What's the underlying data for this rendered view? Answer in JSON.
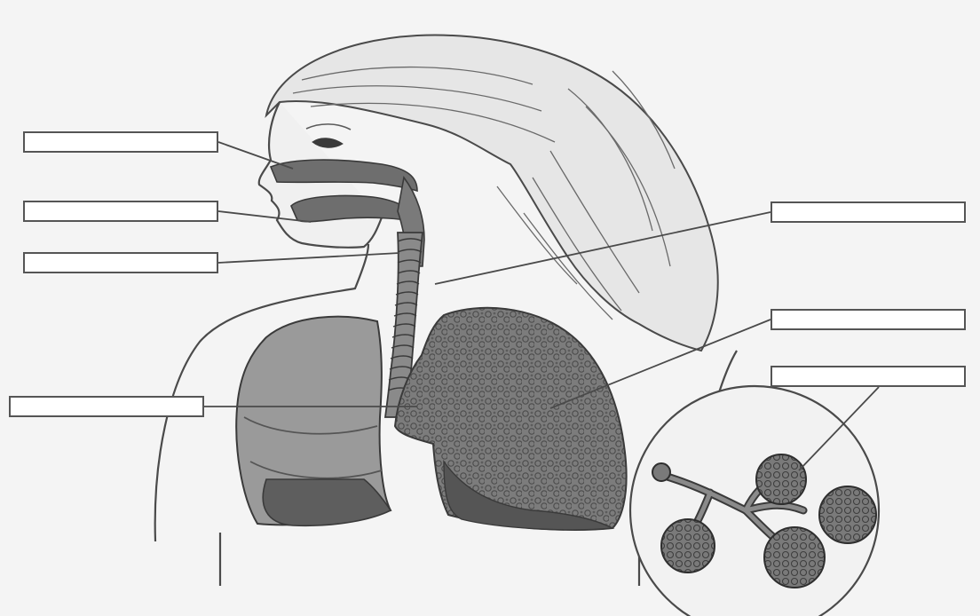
{
  "diagram": {
    "labels": [
      {
        "id": "label-1",
        "text": ""
      },
      {
        "id": "label-2",
        "text": ""
      },
      {
        "id": "label-3",
        "text": ""
      },
      {
        "id": "label-4",
        "text": ""
      },
      {
        "id": "label-5",
        "text": ""
      },
      {
        "id": "label-6",
        "text": ""
      },
      {
        "id": "label-7",
        "text": ""
      }
    ]
  },
  "colors": {
    "background": "#f4f4f4",
    "outline": "#4a4a4a",
    "lung_light": "#8e8e8e",
    "lung_dark": "#5a5a5a",
    "airway": "#6e6e6e",
    "label_border": "#555555"
  }
}
